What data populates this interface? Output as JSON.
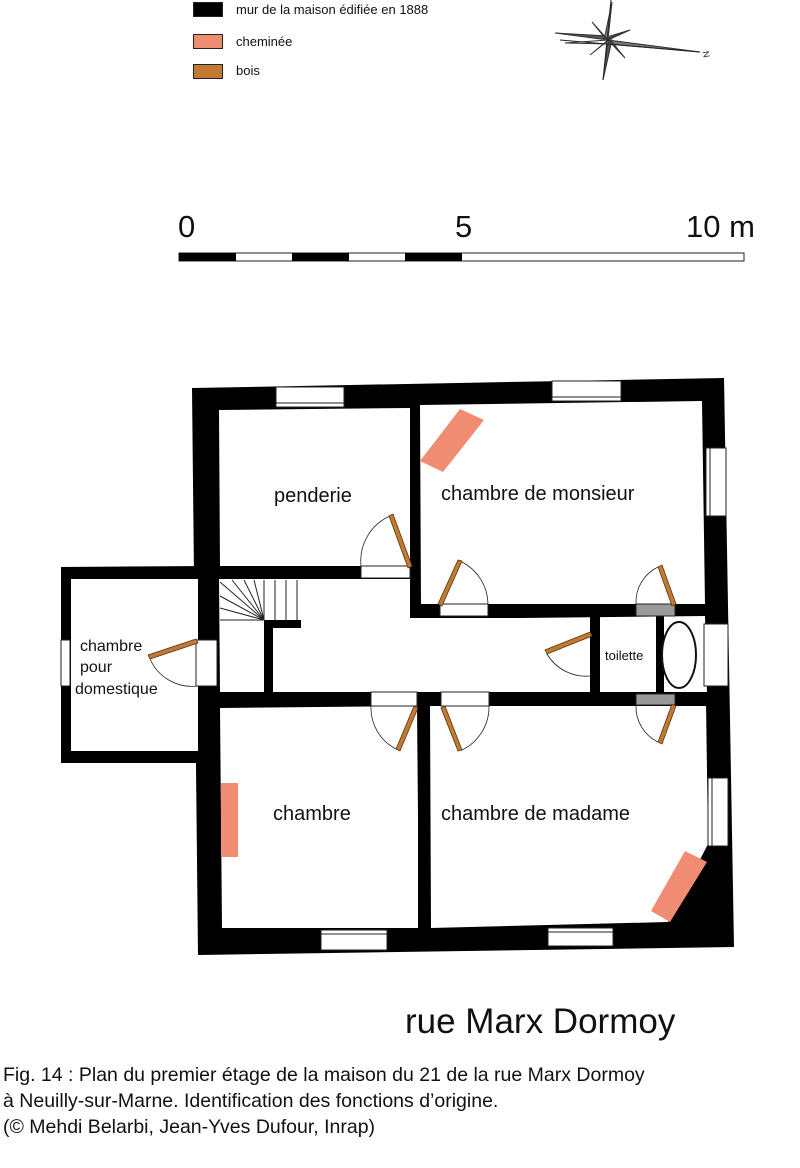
{
  "legend": [
    {
      "label": "mur de la maison édifiée en 1888",
      "color": "#000000"
    },
    {
      "label": "cheminée",
      "color": "#f08c72"
    },
    {
      "label": "bois",
      "color": "#c07a32"
    }
  ],
  "compass": {
    "north_label": "N"
  },
  "scale": {
    "label_0": "0",
    "label_5": "5",
    "label_10": "10 m"
  },
  "rooms": {
    "penderie": "penderie",
    "chambre_monsieur": "chambre de monsieur",
    "chambre_domestique_1": "chambre",
    "chambre_domestique_2": "pour",
    "chambre_domestique_3": "domestique",
    "toilette": "toilette",
    "chambre": "chambre",
    "chambre_madame": "chambre de madame"
  },
  "street": "rue Marx Dormoy",
  "caption": {
    "line1": "Fig. 14 : Plan du premier étage de la maison du  21 de la rue Marx Dormoy",
    "line2": "à Neuilly-sur-Marne. Identification des fonctions d’origine.",
    "line3": "(© Mehdi Belarbi, Jean-Yves Dufour, Inrap)"
  }
}
